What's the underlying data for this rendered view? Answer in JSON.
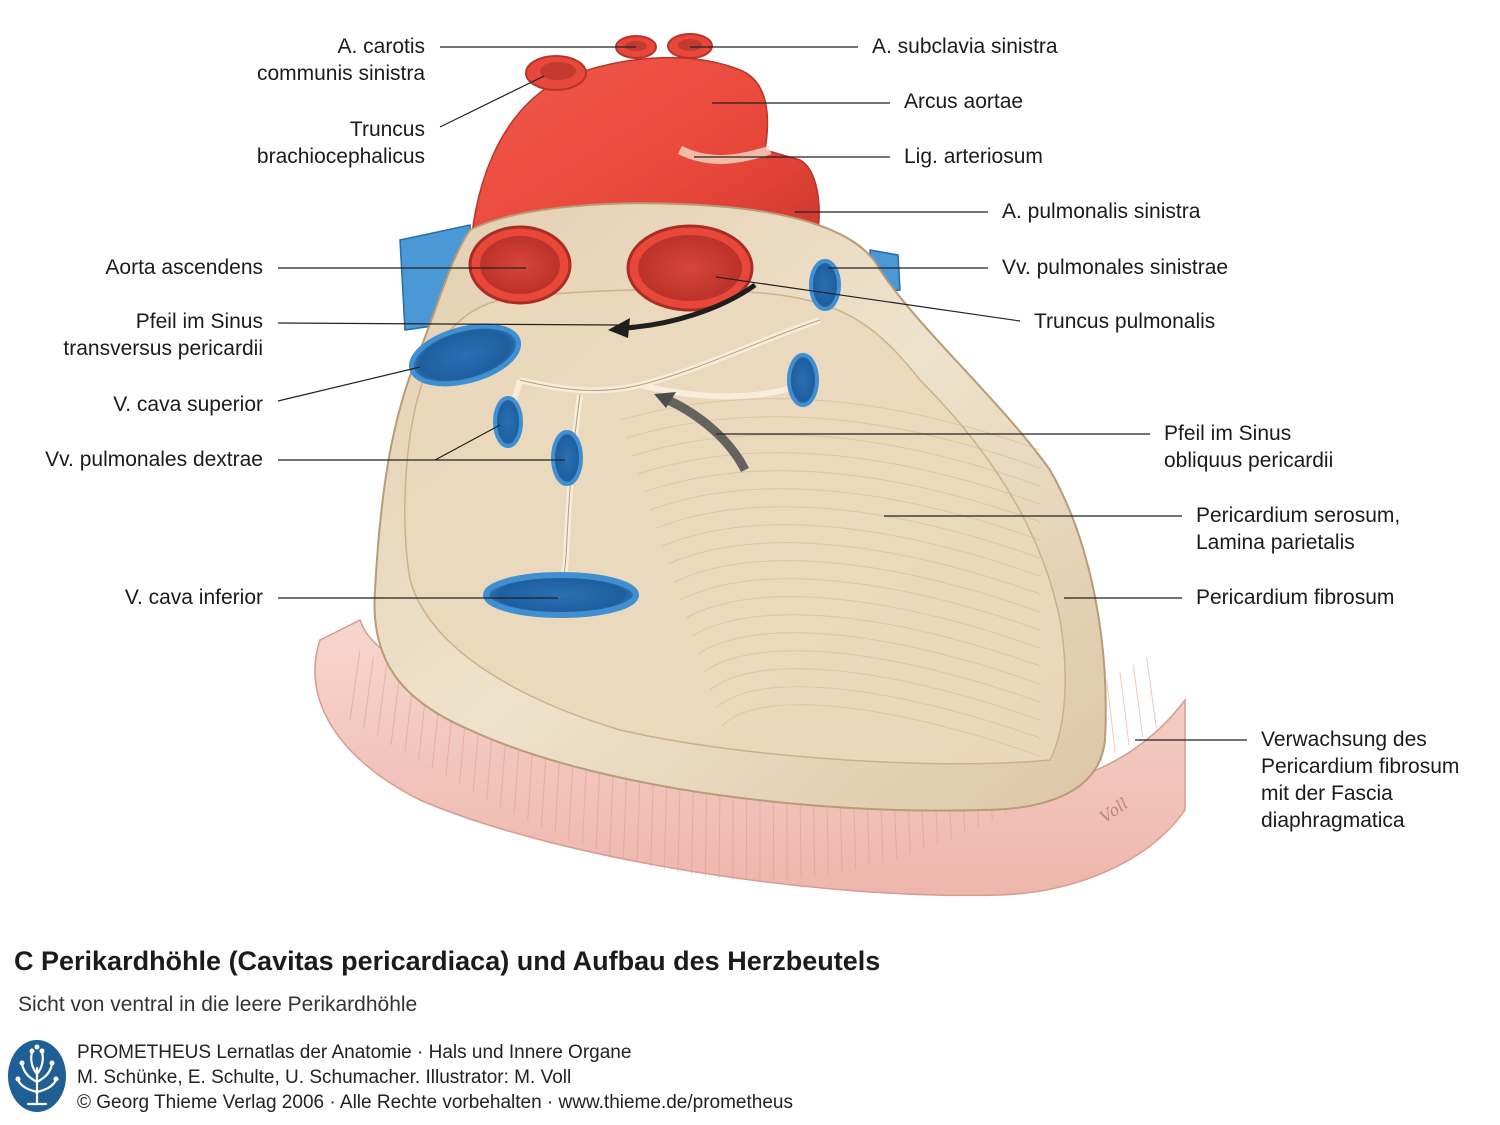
{
  "labels_left": [
    {
      "id": "carotis",
      "text": "A. carotis\ncommunis sinistra"
    },
    {
      "id": "truncus-brachio",
      "text": "Truncus\nbrachiocephalicus"
    },
    {
      "id": "aorta-ascendens",
      "text": "Aorta ascendens"
    },
    {
      "id": "pfeil-transversus",
      "text": "Pfeil im Sinus\ntransversus pericardii"
    },
    {
      "id": "vcava-superior",
      "text": "V. cava superior"
    },
    {
      "id": "vv-pulm-dextrae",
      "text": "Vv. pulmonales dextrae"
    },
    {
      "id": "vcava-inferior",
      "text": "V. cava inferior"
    }
  ],
  "labels_right": [
    {
      "id": "subclavia",
      "text": "A. subclavia sinistra"
    },
    {
      "id": "arcus",
      "text": "Arcus aortae"
    },
    {
      "id": "lig-arteriosum",
      "text": "Lig. arteriosum"
    },
    {
      "id": "a-pulm-sinistra",
      "text": "A. pulmonalis sinistra"
    },
    {
      "id": "vv-pulm-sinistrae",
      "text": "Vv. pulmonales sinistrae"
    },
    {
      "id": "truncus-pulm",
      "text": "Truncus pulmonalis"
    },
    {
      "id": "pfeil-obliquus",
      "text": "Pfeil im Sinus\nobliquus pericardii"
    },
    {
      "id": "serosum",
      "text": "Pericardium serosum,\nLamina parietalis"
    },
    {
      "id": "fibrosum",
      "text": "Pericardium fibrosum"
    },
    {
      "id": "verwachsung",
      "text": "Verwachsung des\nPericardium fibrosum\nmit der Fascia\ndiaphragmatica"
    }
  ],
  "caption": {
    "title": "C Perikardhöhle (Cavitas pericardiaca) und Aufbau des Herzbeutels",
    "subtitle": "Sicht von ventral in die leere Perikardhöhle"
  },
  "credits": [
    "PROMETHEUS Lernatlas der Anatomie · Hals und Innere Organe",
    "M. Schünke, E. Schulte, U. Schumacher. Illustrator: M. Voll",
    "© Georg Thieme Verlag 2006 · Alle Rechte vorbehalten · www.thieme.de/prometheus"
  ],
  "signature": "Voll",
  "colors": {
    "artery": "#e8473a",
    "artery_dark": "#c9342b",
    "vein": "#3f8fd2",
    "vein_dark": "#1e5f9e",
    "pericardium": "#e8d7bd",
    "pericardium_shadow": "#d6bf9f",
    "diaphragm": "#f3c7bf",
    "logo": "#1f5f95"
  }
}
